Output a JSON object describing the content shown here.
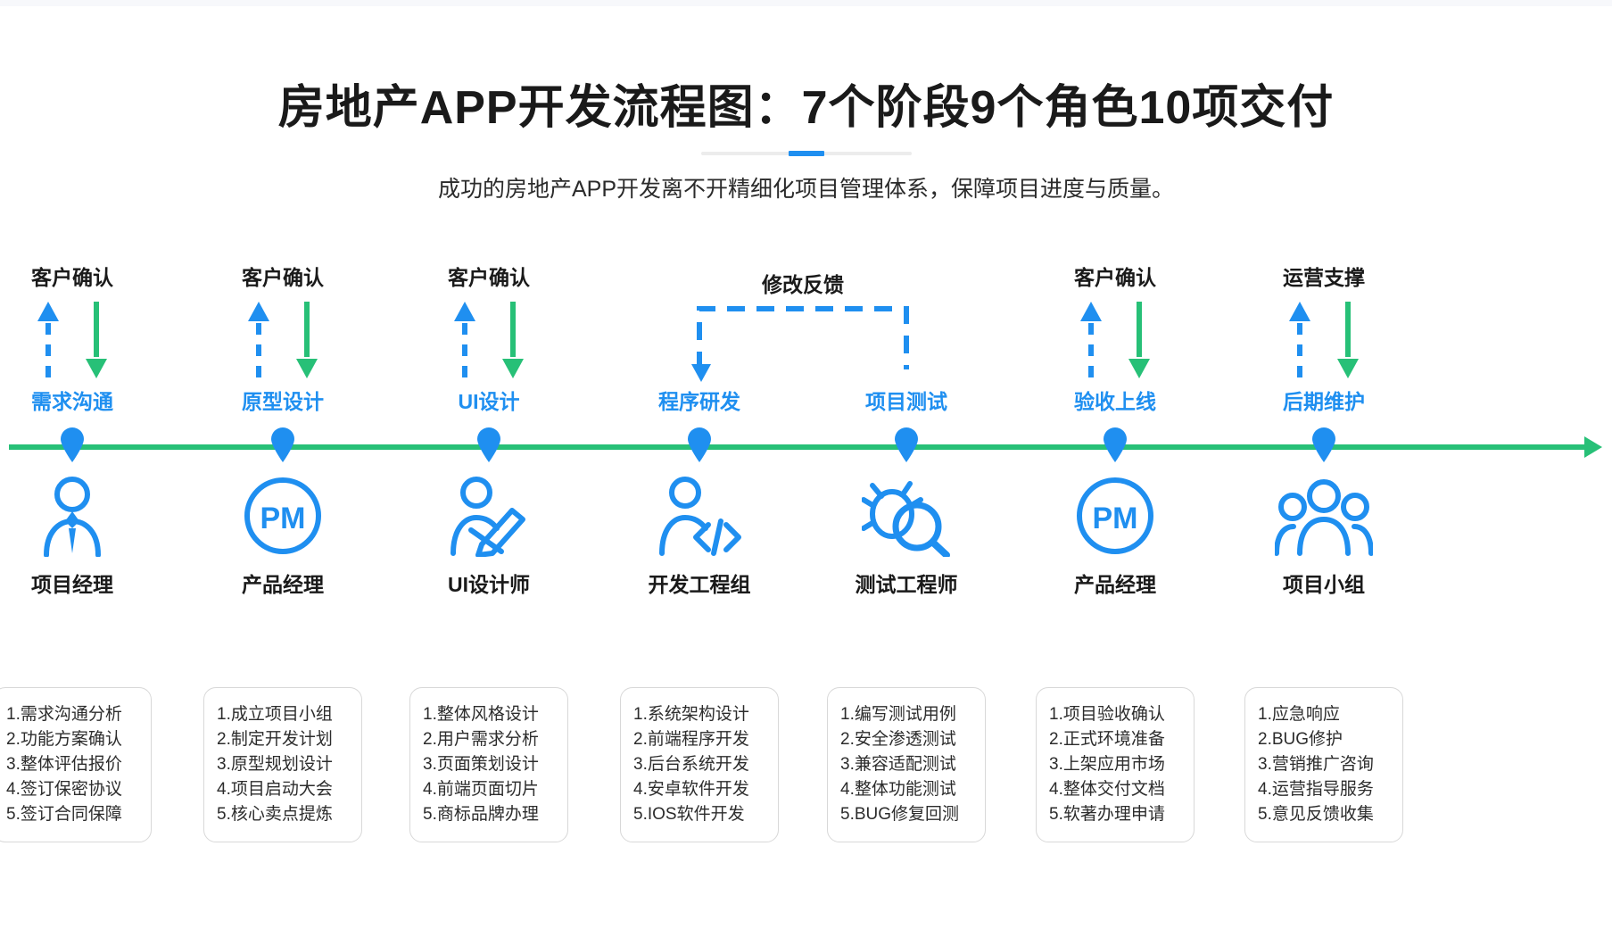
{
  "header": {
    "title": "房地产APP开发流程图：7个阶段9个角色10项交付",
    "subtitle": "成功的房地产APP开发离不开精细化项目管理体系，保障项目进度与质量。"
  },
  "colors": {
    "accent_blue": "#1f8ff0",
    "timeline_green": "#27c077",
    "text_dark": "#1a1a1a",
    "box_border": "#d8d8d8"
  },
  "feedback": {
    "label": "修改反馈"
  },
  "stages": [
    {
      "actor": "客户确认",
      "name": "需求沟通",
      "role": "项目经理",
      "role_icon": "person-tie-icon",
      "deliverables": [
        "1.需求沟通分析",
        "2.功能方案确认",
        "3.整体评估报价",
        "4.签订保密协议",
        "5.签订合同保障"
      ]
    },
    {
      "actor": "客户确认",
      "name": "原型设计",
      "role": "产品经理",
      "role_icon": "pm-badge-icon",
      "deliverables": [
        "1.成立项目小组",
        "2.制定开发计划",
        "3.原型规划设计",
        "4.项目启动大会",
        "5.核心卖点提炼"
      ]
    },
    {
      "actor": "客户确认",
      "name": "UI设计",
      "role": "UI设计师",
      "role_icon": "designer-pen-icon",
      "deliverables": [
        "1.整体风格设计",
        "2.用户需求分析",
        "3.页面策划设计",
        "4.前端页面切片",
        "5.商标品牌办理"
      ]
    },
    {
      "actor": "",
      "name": "程序研发",
      "role": "开发工程组",
      "role_icon": "developer-code-icon",
      "deliverables": [
        "1.系统架构设计",
        "2.前端程序开发",
        "3.后台系统开发",
        "4.安卓软件开发",
        "5.IOS软件开发"
      ]
    },
    {
      "actor": "",
      "name": "项目测试",
      "role": "测试工程师",
      "role_icon": "bug-magnifier-icon",
      "deliverables": [
        "1.编写测试用例",
        "2.安全渗透测试",
        "3.兼容适配测试",
        "4.整体功能测试",
        "5.BUG修复回测"
      ]
    },
    {
      "actor": "客户确认",
      "name": "验收上线",
      "role": "产品经理",
      "role_icon": "pm-badge-icon",
      "deliverables": [
        "1.项目验收确认",
        "2.正式环境准备",
        "3.上架应用市场",
        "4.整体交付文档",
        "5.软著办理申请"
      ]
    },
    {
      "actor": "运营支撑",
      "name": "后期维护",
      "role": "项目小组",
      "role_icon": "group-people-icon",
      "deliverables": [
        "1.应急响应",
        "2.BUG修护",
        "3.营销推广咨询",
        "4.运营指导服务",
        "5.意见反馈收集"
      ]
    }
  ]
}
